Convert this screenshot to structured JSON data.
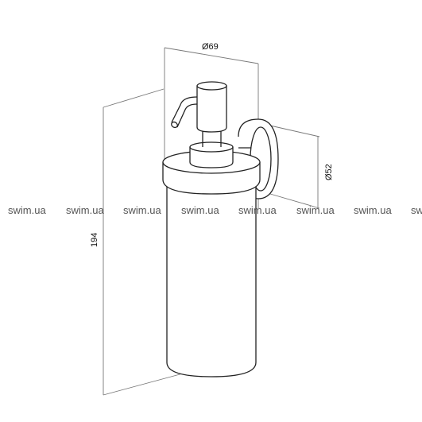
{
  "drawing": {
    "dimensions": {
      "diameter_top": "Ø69",
      "diameter_flange": "Ø52",
      "height": "194"
    },
    "watermarks": [
      "swim.ua",
      "swim.ua",
      "swim.ua",
      "swim.ua",
      "swim.ua",
      "swim.ua",
      "swim.ua",
      "sw"
    ],
    "colors": {
      "outline": "#222222",
      "dimension_line": "#777777",
      "watermark": "#555555"
    }
  }
}
